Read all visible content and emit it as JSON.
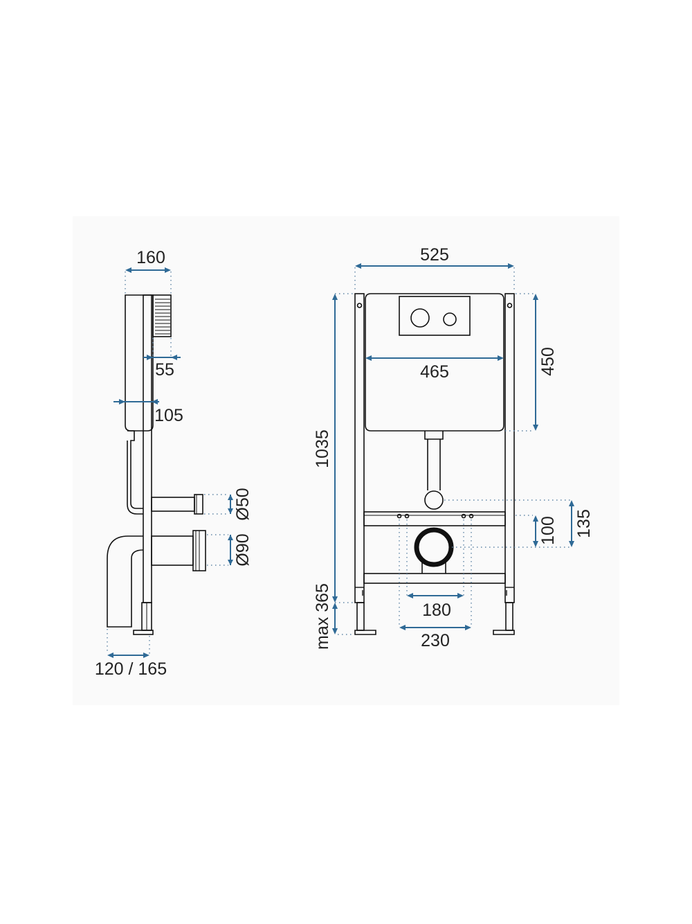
{
  "colors": {
    "dimension_line": "#2f6a96",
    "extension_dots": "#5f86a6",
    "outline": "#111111",
    "text": "#222222",
    "background_panel": "#fafafa"
  },
  "dimensions": {
    "side_view": {
      "depth_total": "160",
      "panel_depth": "55",
      "frame_depth": "105",
      "pipe_small_diameter": "Ø50",
      "pipe_large_diameter": "Ø90",
      "elbow_offset": "120 / 165"
    },
    "front_view": {
      "frame_width": "525",
      "cistern_width": "465",
      "cistern_height": "450",
      "frame_height": "1035",
      "leg_extension": "max 365",
      "drain_center_height": "100",
      "drain_to_inlet": "135",
      "bolt_spacing_inner": "180",
      "bolt_spacing_outer": "230"
    }
  }
}
